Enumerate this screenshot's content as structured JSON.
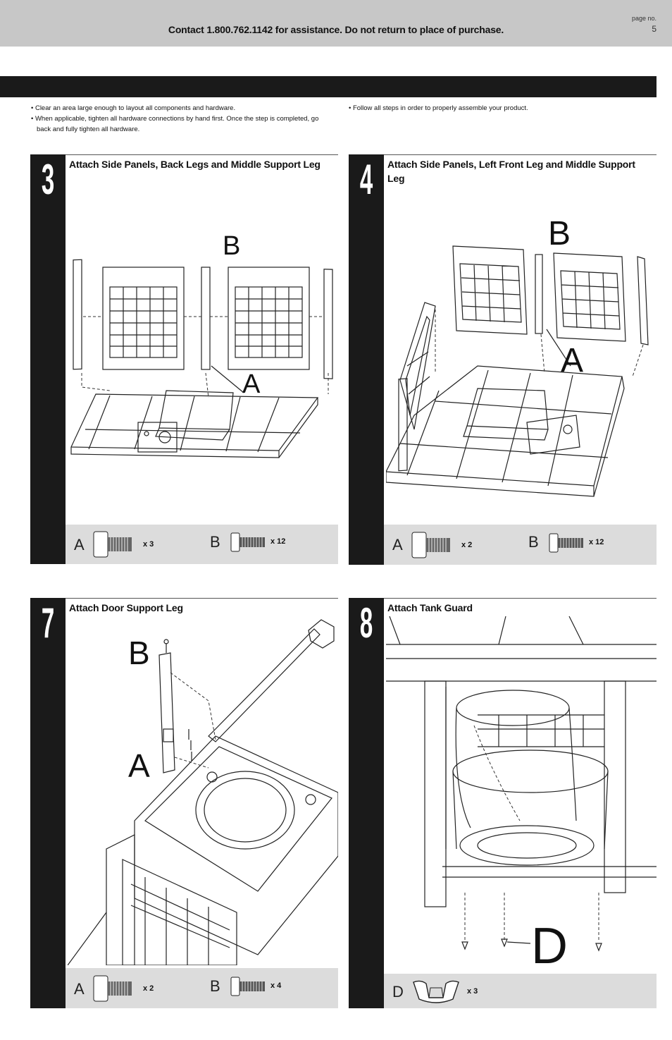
{
  "header": {
    "contact": "Contact 1.800.762.1142 for assistance. Do not return to place of purchase.",
    "page_label": "page no.",
    "page_number": "5"
  },
  "tips": {
    "left": [
      "• Clear an area large enough to layout all components and hardware.",
      "• When applicable, tighten all hardware connections by hand first. Once the step is completed, go back and fully tighten all hardware."
    ],
    "right": [
      "• Follow all steps in order to properly assemble your product."
    ]
  },
  "steps": [
    {
      "number": "3",
      "title": "Attach Side Panels, Back Legs and Middle Support Leg",
      "callouts": [
        "B",
        "A"
      ],
      "hardware": [
        {
          "letter": "A",
          "qty": "x 3"
        },
        {
          "letter": "B",
          "qty": "x 12"
        }
      ]
    },
    {
      "number": "4",
      "title": "Attach Side Panels, Left Front Leg and Middle Support Leg",
      "callouts": [
        "B",
        "A"
      ],
      "hardware": [
        {
          "letter": "A",
          "qty": "x 2"
        },
        {
          "letter": "B",
          "qty": "x 12"
        }
      ]
    },
    {
      "number": "7",
      "title": "Attach Door Support Leg",
      "callouts": [
        "B",
        "A"
      ],
      "hardware": [
        {
          "letter": "A",
          "qty": "x 2"
        },
        {
          "letter": "B",
          "qty": "x 4"
        }
      ]
    },
    {
      "number": "8",
      "title": "Attach Tank Guard",
      "callouts": [
        "D"
      ],
      "hardware": [
        {
          "letter": "D",
          "qty": "x 3"
        }
      ]
    }
  ]
}
